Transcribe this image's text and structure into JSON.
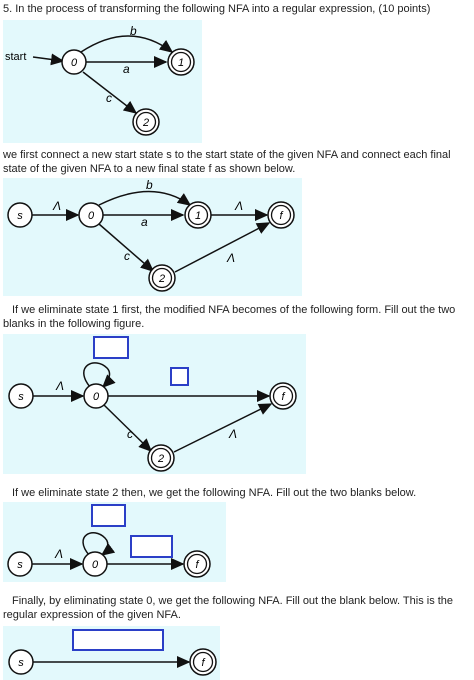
{
  "question": {
    "heading": "5. In the process of transforming the following NFA into a regular expression, (10 points)"
  },
  "paragraphs": {
    "p1_line1": "we first connect a new start state s to the start state of the given NFA and connect each final",
    "p1_line2": "state of the given NFA to a new final state f as shown below.",
    "p2_line1": "If we eliminate state 1 first, the modified NFA becomes of the following form. Fill out the two",
    "p2_line2": "blanks in the following figure.",
    "p3_line1": "If we eliminate state 2 then, we get the following NFA. Fill out the two blanks below.",
    "p4_line1": "Finally, by eliminating state 0, we get the following NFA. Fill out the blank below. This is the",
    "p4_line2": "regular expression of the given NFA."
  },
  "figure1": {
    "start_label": "start",
    "states": [
      "0",
      "1",
      "2"
    ],
    "labels": {
      "b": "b",
      "a": "a",
      "c": "c"
    }
  },
  "figure2": {
    "states": [
      "s",
      "0",
      "1",
      "2",
      "f"
    ],
    "labels": {
      "lambda": "Λ",
      "b": "b",
      "a": "a",
      "c": "c"
    }
  },
  "figure3": {
    "states": [
      "s",
      "0",
      "2",
      "f"
    ],
    "labels": {
      "lambda": "Λ",
      "c": "c"
    }
  },
  "figure4": {
    "states": [
      "s",
      "0",
      "f"
    ],
    "labels": {
      "lambda": "Λ"
    }
  },
  "figure5": {
    "states": [
      "s",
      "f"
    ]
  },
  "colors": {
    "figure_background": "#e3f9fc",
    "blank_box": "#2b3fc7",
    "ink": "#111111"
  }
}
